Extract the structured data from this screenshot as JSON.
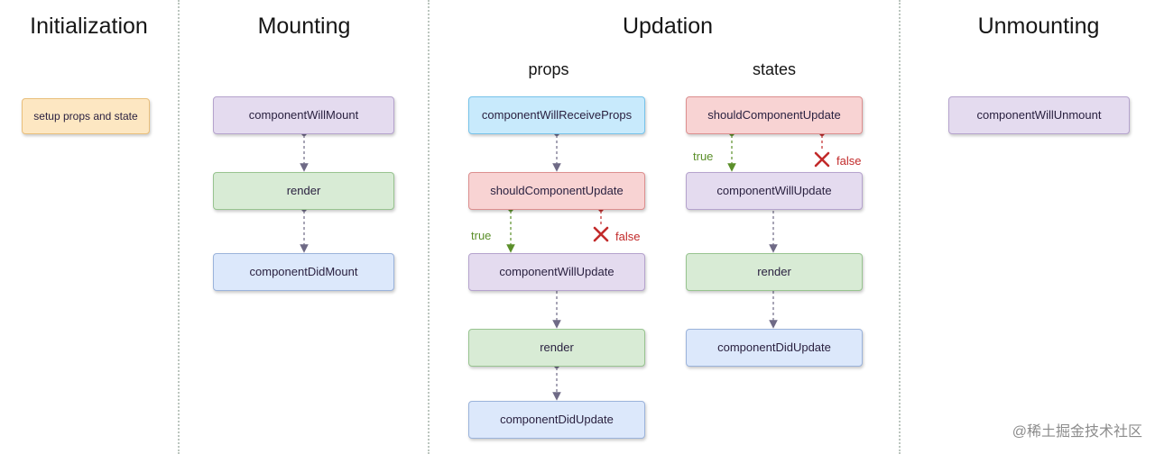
{
  "headings": {
    "initialization": "Initialization",
    "mounting": "Mounting",
    "updation": "Updation",
    "unmounting": "Unmounting"
  },
  "subheadings": {
    "props": "props",
    "states": "states"
  },
  "initialization": {
    "setup": "setup props and state"
  },
  "mounting": {
    "will_mount": "componentWillMount",
    "render": "render",
    "did_mount": "componentDidMount"
  },
  "updation": {
    "props": {
      "will_receive_props": "componentWillReceiveProps",
      "should_update": "shouldComponentUpdate",
      "true_label": "true",
      "false_label": "false",
      "will_update": "componentWillUpdate",
      "render": "render",
      "did_update": "componentDidUpdate"
    },
    "states": {
      "should_update": "shouldComponentUpdate",
      "true_label": "true",
      "false_label": "false",
      "will_update": "componentWillUpdate",
      "render": "render",
      "did_update": "componentDidUpdate"
    }
  },
  "unmounting": {
    "will_unmount": "componentWillUnmount"
  },
  "watermark": "@稀土掘金技术社区",
  "colors": {
    "lifecycle_hook": "#e4dbef",
    "render": "#d8ebd5",
    "did_methods": "#dce8fb",
    "receive_props": "#c8eafc",
    "should_update": "#f8d3d3",
    "setup": "#fde7c2",
    "true_branch": "#5b8f2a",
    "false_branch": "#c22a2a"
  }
}
